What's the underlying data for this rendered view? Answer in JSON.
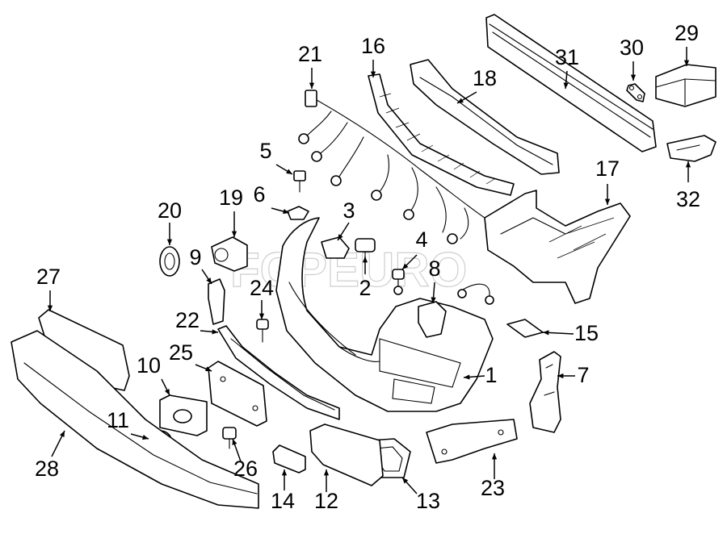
{
  "colors": {
    "line": "#000000",
    "background": "#ffffff",
    "watermark": "#cfcfcf"
  },
  "watermark": {
    "text": "FCPEURO"
  },
  "callouts": [
    {
      "number": "1"
    },
    {
      "number": "2"
    },
    {
      "number": "3"
    },
    {
      "number": "4"
    },
    {
      "number": "5"
    },
    {
      "number": "6"
    },
    {
      "number": "7"
    },
    {
      "number": "8"
    },
    {
      "number": "9"
    },
    {
      "number": "10"
    },
    {
      "number": "11"
    },
    {
      "number": "12"
    },
    {
      "number": "13"
    },
    {
      "number": "14"
    },
    {
      "number": "15"
    },
    {
      "number": "16"
    },
    {
      "number": "17"
    },
    {
      "number": "18"
    },
    {
      "number": "19"
    },
    {
      "number": "20"
    },
    {
      "number": "21"
    },
    {
      "number": "22"
    },
    {
      "number": "23"
    },
    {
      "number": "24"
    },
    {
      "number": "25"
    },
    {
      "number": "26"
    },
    {
      "number": "27"
    },
    {
      "number": "28"
    },
    {
      "number": "29"
    },
    {
      "number": "30"
    },
    {
      "number": "31"
    },
    {
      "number": "32"
    }
  ]
}
